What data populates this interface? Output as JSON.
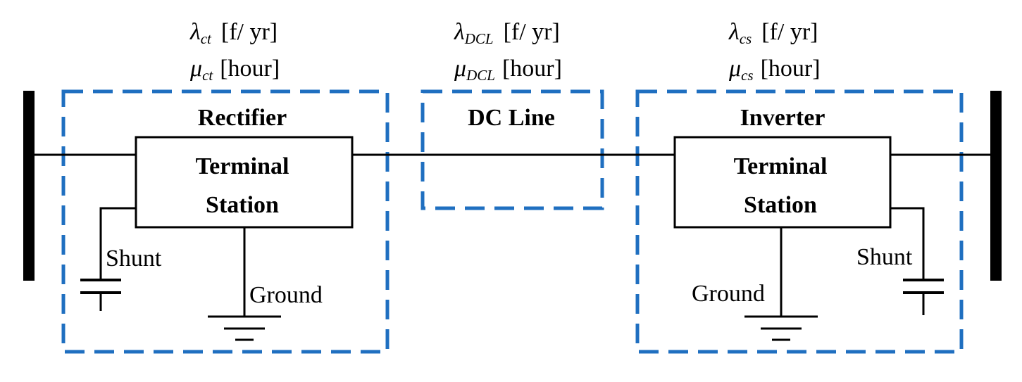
{
  "colors": {
    "dashed_box": "#1f6fc0",
    "lines": "#000000",
    "background": "#ffffff"
  },
  "icons": {
    "shunt": "capacitor-icon",
    "ground": "ground-icon",
    "bus": "ac-busbar"
  },
  "rectifier": {
    "section_label": "Rectifier",
    "station_line1": "Terminal",
    "station_line2": "Station",
    "shunt_label": "Shunt",
    "ground_label": "Ground",
    "failure_rate": {
      "symbol": "λ",
      "subscript": "ct",
      "unit": "[f/ yr]"
    },
    "repair_time": {
      "symbol": "μ",
      "subscript": "ct",
      "unit": "[hour]"
    }
  },
  "dc_line": {
    "section_label": "DC Line",
    "failure_rate": {
      "symbol": "λ",
      "subscript": "DCL",
      "unit": "[f/ yr]"
    },
    "repair_time": {
      "symbol": "μ",
      "subscript": "DCL",
      "unit": "[hour]"
    }
  },
  "inverter": {
    "section_label": "Inverter",
    "station_line1": "Terminal",
    "station_line2": "Station",
    "shunt_label": "Shunt",
    "ground_label": "Ground",
    "failure_rate": {
      "symbol": "λ",
      "subscript": "cs",
      "unit": "[f/ yr]"
    },
    "repair_time": {
      "symbol": "μ",
      "subscript": "cs",
      "unit": "[hour]"
    }
  }
}
